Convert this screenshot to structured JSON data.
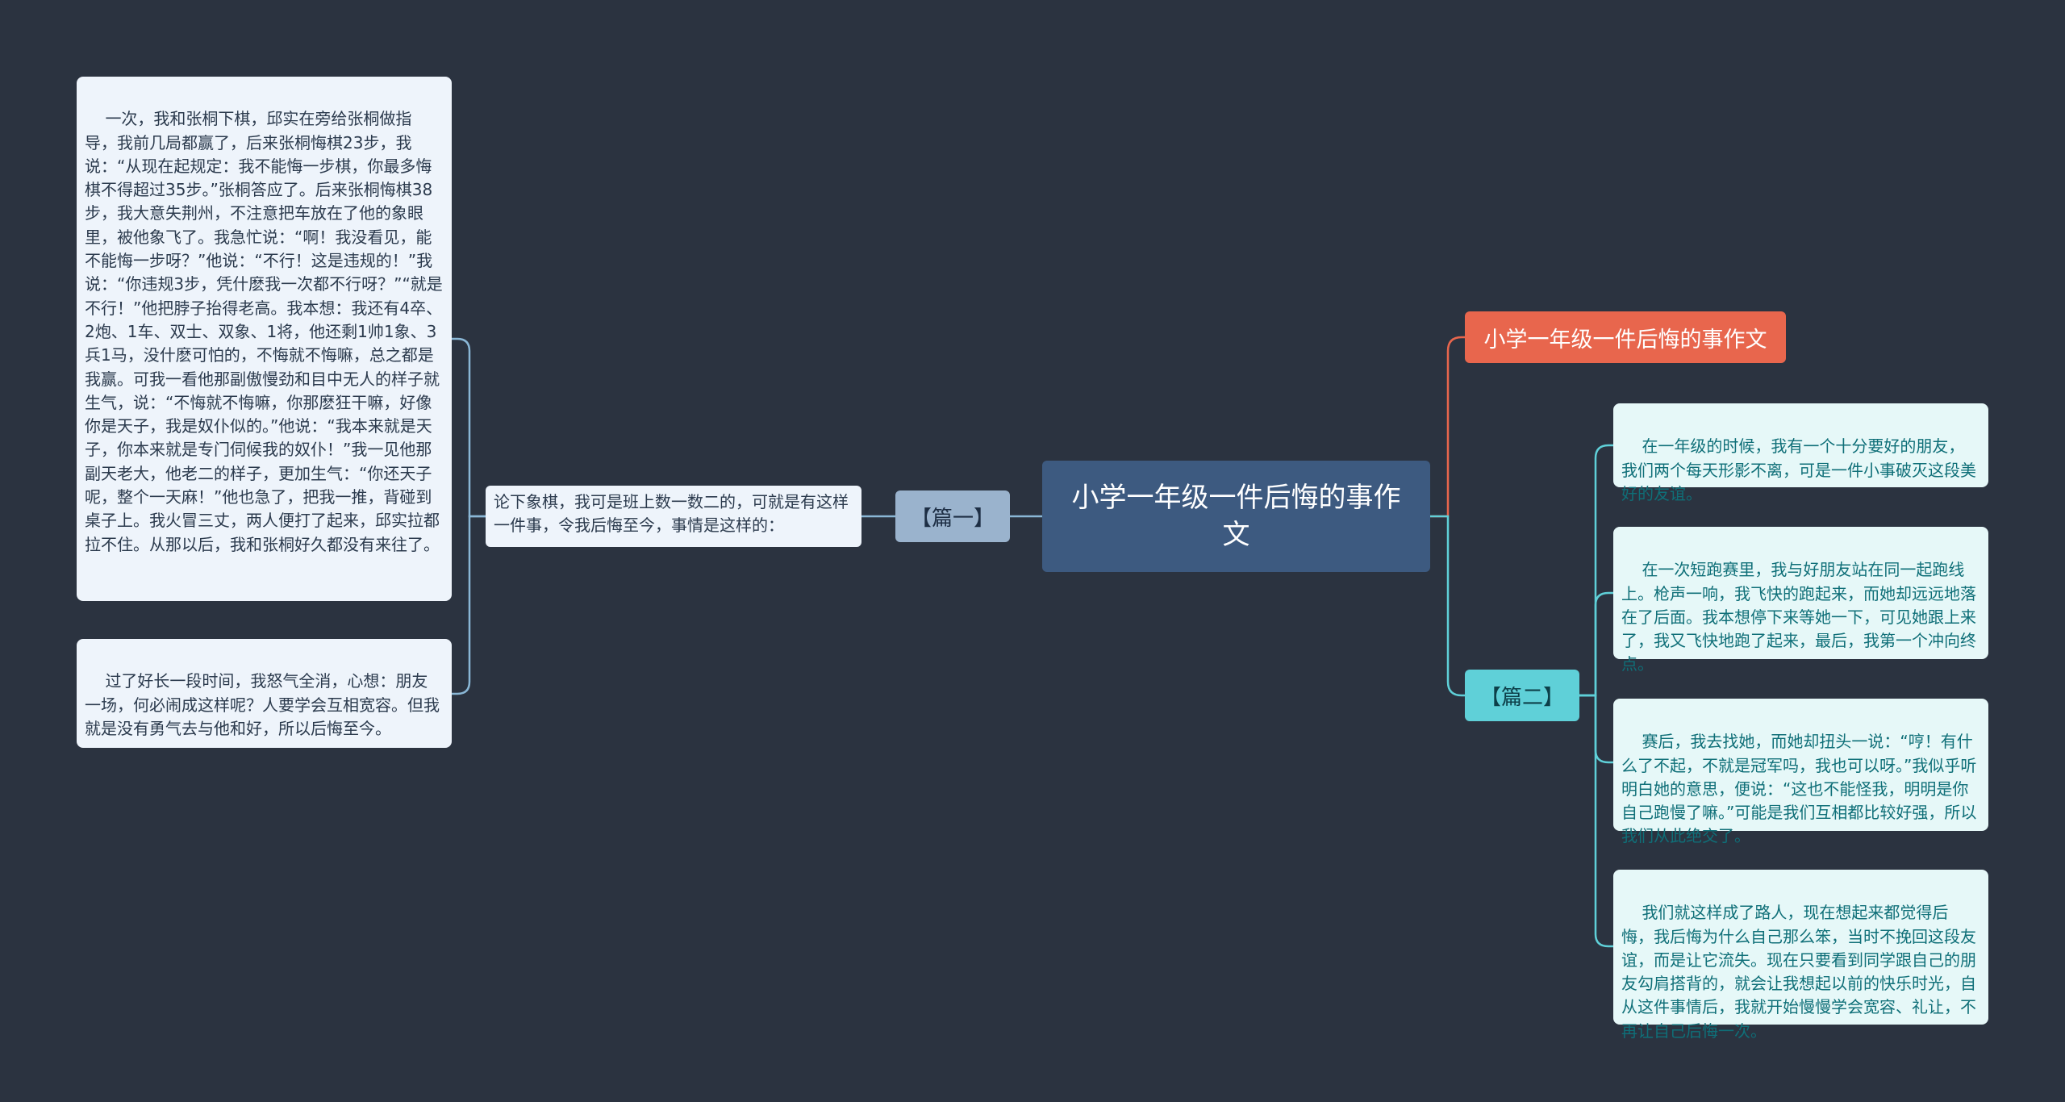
{
  "root": {
    "title": "小学一年级一件后悔的事作文"
  },
  "branch_title": {
    "label": "小学一年级一件后悔的事作文"
  },
  "pian1": {
    "label": "【篇一】",
    "intro": "论下象棋，我可是班上数一数二的，可就是有这样一件事，令我后悔至今，事情是这样的：",
    "paragraphs": [
      "一次，我和张桐下棋，邱实在旁给张桐做指导，我前几局都赢了，后来张桐悔棋23步，我说：“从现在起规定：我不能悔一步棋，你最多悔棋不得超过35步。”张桐答应了。后来张桐悔棋38步，我大意失荆州，不注意把车放在了他的象眼里，被他象飞了。我急忙说：“啊！我没看见，能不能悔一步呀？”他说：“不行！这是违规的！”我说：“你违规3步，凭什麽我一次都不行呀？”“就是不行！”他把脖子抬得老高。我本想：我还有4卒、2炮、1车、双士、双象、1将，他还剩1帅1象、3兵1马，没什麽可怕的，不悔就不悔嘛，总之都是我赢。可我一看他那副傲慢劲和目中无人的样子就生气，说：“不悔就不悔嘛，你那麽狂干嘛，好像你是天子，我是奴仆似的。”他说：“我本来就是天子，你本来就是专门伺候我的奴仆！”我一见他那副天老大，他老二的样子，更加生气：“你还天子呢，整个一天麻！”他也急了，把我一推，背碰到桌子上。我火冒三丈，两人便打了起来，邱实拉都拉不住。从那以后，我和张桐好久都没有来往了。",
      "过了好长一段时间，我怒气全消，心想：朋友一场，何必闹成这样呢？人要学会互相宽容。但我就是没有勇气去与他和好，所以后悔至今。"
    ]
  },
  "pian2": {
    "label": "【篇二】",
    "paragraphs": [
      "在一年级的时候，我有一个十分要好的朋友，我们两个每天形影不离，可是一件小事破灭这段美好的友谊。",
      "在一次短跑赛里，我与好朋友站在同一起跑线上。枪声一响，我飞快的跑起来，而她却远远地落在了后面。我本想停下来等她一下，可见她跟上来了，我又飞快地跑了起来，最后，我第一个冲向终点。",
      "赛后，我去找她，而她却扭头一说：“哼！有什么了不起，不就是冠军吗，我也可以呀。”我似乎听明白她的意思，便说：“这也不能怪我，明明是你自己跑慢了嘛。”可能是我们互相都比较好强，所以我们从此绝交了。",
      "我们就这样成了路人，现在想起来都觉得后悔，我后悔为什么自己那么笨，当时不挽回这段友谊，而是让它流失。现在只要看到同学跟自己的朋友勾肩搭背的，就会让我想起以前的快乐时光，自从这件事情后，我就开始慢慢学会宽容、礼让，不再让自己后悔一次。"
    ]
  },
  "colors": {
    "background": "#2b3340",
    "root": "#3d5a80",
    "title_branch": "#e8664d",
    "pian1": "#9ab3cd",
    "pian2": "#5fd0d8",
    "link_left": "#8ab7d6",
    "link_right": "#5fd0d8",
    "link_title": "#e8664d"
  }
}
